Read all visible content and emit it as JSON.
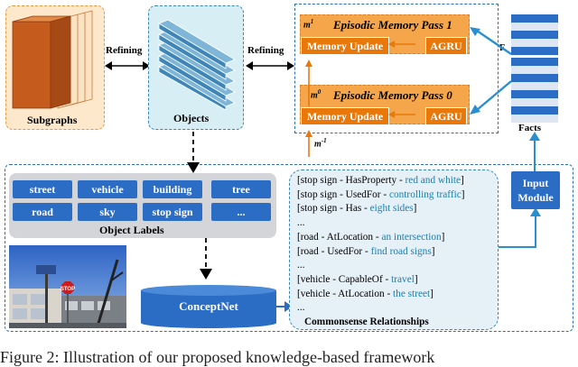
{
  "subgraphs": {
    "label": "Subgraphs"
  },
  "objects": {
    "label": "Objects"
  },
  "edges": {
    "refining_left": "Refining",
    "refining_right": "Refining"
  },
  "memory": {
    "pass1": {
      "title": "Episodic Memory Pass  1",
      "m_label": "m",
      "m_sup": "1",
      "update": "Memory Update",
      "agru": "AGRU"
    },
    "pass0": {
      "title": "Episodic Memory Pass  0",
      "m_label": "m",
      "m_sup": "0",
      "update": "Memory Update",
      "agru": "AGRU"
    },
    "m_init_label": "m",
    "m_init_sup": "-1"
  },
  "facts": {
    "label": "Facts",
    "f_label": "F"
  },
  "input_module": {
    "line1": "Input",
    "line2": "Module"
  },
  "object_labels": {
    "title": "Object Labels",
    "tags": [
      "street",
      "vehicle",
      "building",
      "tree",
      "road",
      "sky",
      "stop sign",
      "..."
    ]
  },
  "conceptnet": {
    "label": "ConceptNet"
  },
  "photo": {
    "sign_text": "STOP"
  },
  "relations": {
    "title": "Commonsense Relationships",
    "lines": [
      {
        "pre": "[stop sign - HasProperty - ",
        "hl": "red and white",
        "post": "]"
      },
      {
        "pre": "[stop sign - UsedFor - ",
        "hl": "controlling traffic",
        "post": "]"
      },
      {
        "pre": "[stop sign - Has - ",
        "hl": "eight sides",
        "post": "]"
      },
      {
        "pre": "...",
        "hl": "",
        "post": ""
      },
      {
        "pre": "[road - AtLocation - ",
        "hl": "an intersection",
        "post": "]"
      },
      {
        "pre": "[road - UsedFor - ",
        "hl": "find road signs",
        "post": "]"
      },
      {
        "pre": "...",
        "hl": "",
        "post": ""
      },
      {
        "pre": "[vehicle - CapableOf - ",
        "hl": "travel",
        "post": "]"
      },
      {
        "pre": "[vehicle - AtLocation - ",
        "hl": "the street",
        "post": "]"
      },
      {
        "pre": "...",
        "hl": "",
        "post": ""
      }
    ]
  },
  "caption": "Figure 2: Illustration of our proposed knowledge-based framework",
  "colors": {
    "orange": "#f5a64b",
    "dark_orange": "#e8780a",
    "blue": "#2b6cc4",
    "light_blue": "#d8eef5",
    "peach": "#fde8cc",
    "gray": "#d3d5d8",
    "link": "#1a7fb0"
  }
}
